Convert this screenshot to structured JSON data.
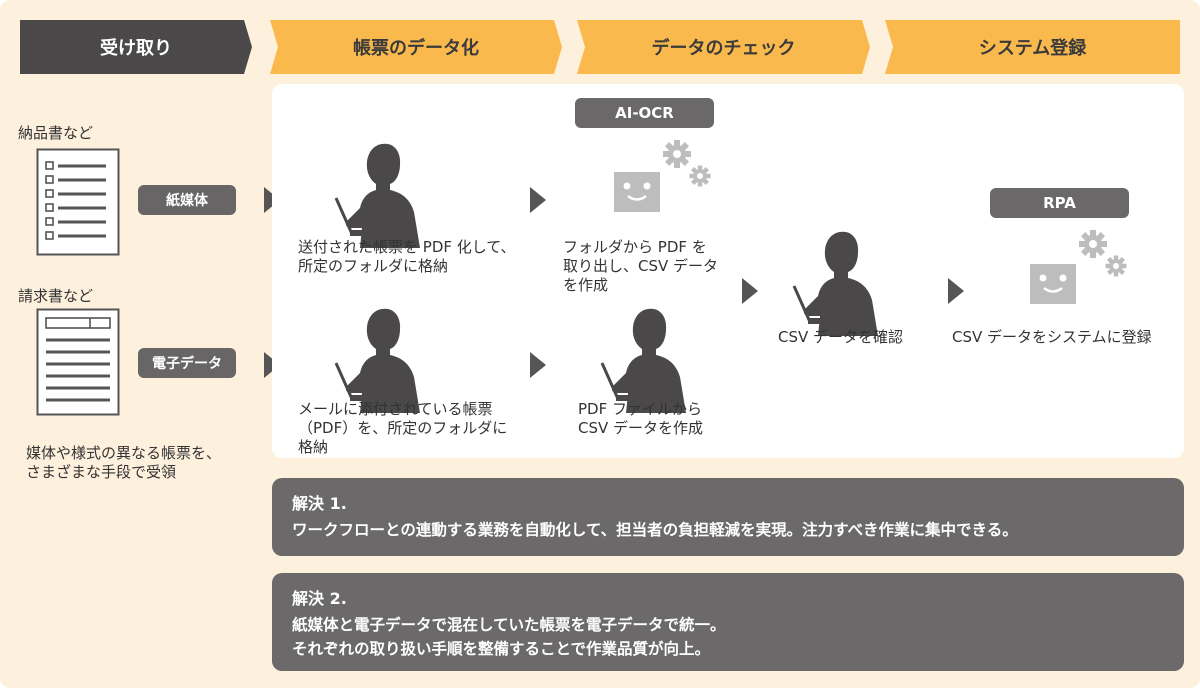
{
  "steps": [
    "受け取り",
    "帳票のデータ化",
    "データのチェック",
    "システム登録"
  ],
  "left": {
    "doc1_label": "納品書など",
    "doc2_label": "請求書など",
    "media_paper": "紙媒体",
    "media_electronic": "電子データ",
    "note_line1": "媒体や様式の異なる帳票を、",
    "note_line2": "さまざまな手段で受領"
  },
  "tools": {
    "ai_ocr": "AI-OCR",
    "rpa": "RPA"
  },
  "flow": {
    "paper_step_line1": "送付された帳票を PDF 化して、",
    "paper_step_line2": "所定のフォルダに格納",
    "ocr_paper_line1": "フォルダから PDF を",
    "ocr_paper_line2": "取り出し、CSV データ",
    "ocr_paper_line3": "を作成",
    "mail_step_line1": "メールに添付されている帳票",
    "mail_step_line2": "（PDF）を、所定のフォルダに",
    "mail_step_line3": "格納",
    "ocr_mail_line1": "PDF ファイルから",
    "ocr_mail_line2": "CSV データを作成",
    "confirm": "CSV データを確認",
    "register": "CSV データをシステムに登録"
  },
  "solutions": [
    {
      "title": "解決 1.",
      "lines": [
        "ワークフローとの連動する業務を自動化して、担当者の負担軽減を実現。注力すべき作業に集中できる。"
      ]
    },
    {
      "title": "解決 2.",
      "lines": [
        "紙媒体と電子データで混在していた帳票を電子データで統一。",
        "それぞれの取り扱い手順を整備することで作業品質が向上。"
      ]
    }
  ],
  "colors": {
    "background": "#fdf0dd",
    "step_active": "#4a4848",
    "step_inactive": "#f9b94d",
    "badge": "#676565",
    "robot_face": "#bdbdbd",
    "gear": "#bdbdbd"
  }
}
